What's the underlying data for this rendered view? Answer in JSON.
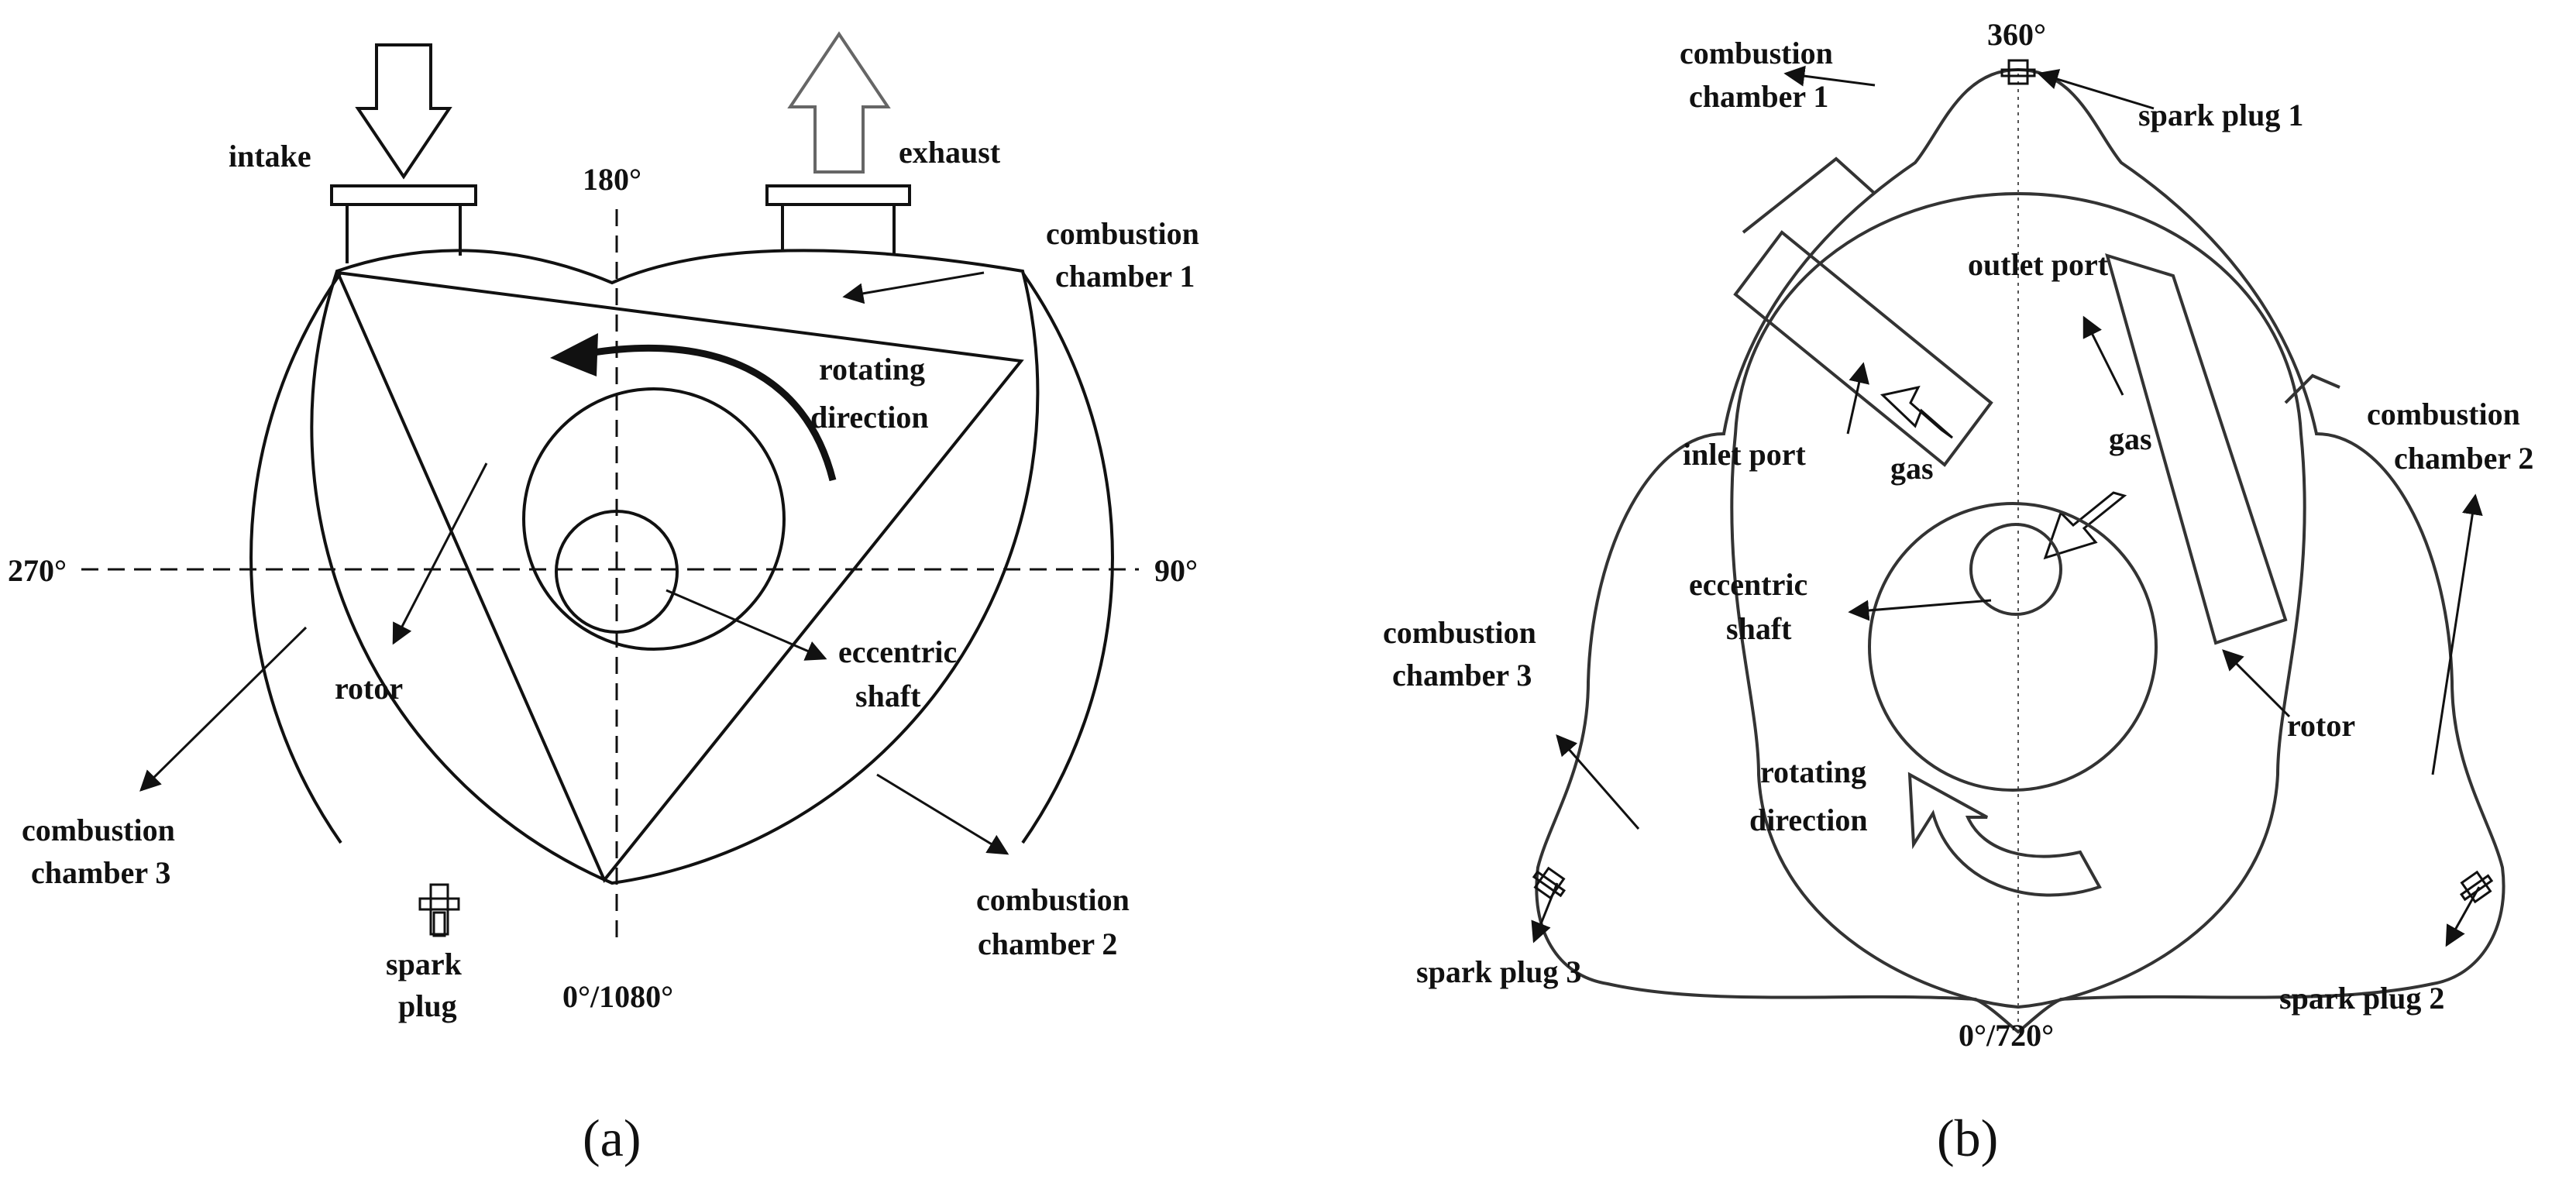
{
  "panel_a": {
    "caption": "(a)",
    "labels": {
      "intake": "intake",
      "exhaust": "exhaust",
      "deg_180": "180°",
      "deg_270": "270°",
      "deg_90": "90°",
      "deg_0_1080": "0°/1080°",
      "cc1_l1": "combustion",
      "cc1_l2": "chamber 1",
      "rot_l1": "rotating",
      "rot_l2": "direction",
      "rotor": "rotor",
      "ecc_l1": "eccentric",
      "ecc_l2": "shaft",
      "cc3_l1": "combustion",
      "cc3_l2": "chamber 3",
      "cc2_l1": "combustion",
      "cc2_l2": "chamber 2",
      "spark_l1": "spark",
      "spark_l2": "plug"
    }
  },
  "panel_b": {
    "caption": "(b)",
    "labels": {
      "deg_360": "360°",
      "deg_0_720": "0°/720°",
      "cc1_l1": "combustion",
      "cc1_l2": "chamber 1",
      "sp1": "spark plug 1",
      "outlet": "outlet port",
      "cc2_l1": "combustion",
      "cc2_l2": "chamber 2",
      "inlet": "inlet port",
      "gas_left": "gas",
      "gas_right": "gas",
      "ecc_l1": "eccentric",
      "ecc_l2": "shaft",
      "cc3_l1": "combustion",
      "cc3_l2": "chamber 3",
      "rotor": "rotor",
      "rot_l1": "rotating",
      "rot_l2": "direction",
      "sp3": "spark plug 3",
      "sp2": "spark plug 2"
    }
  }
}
